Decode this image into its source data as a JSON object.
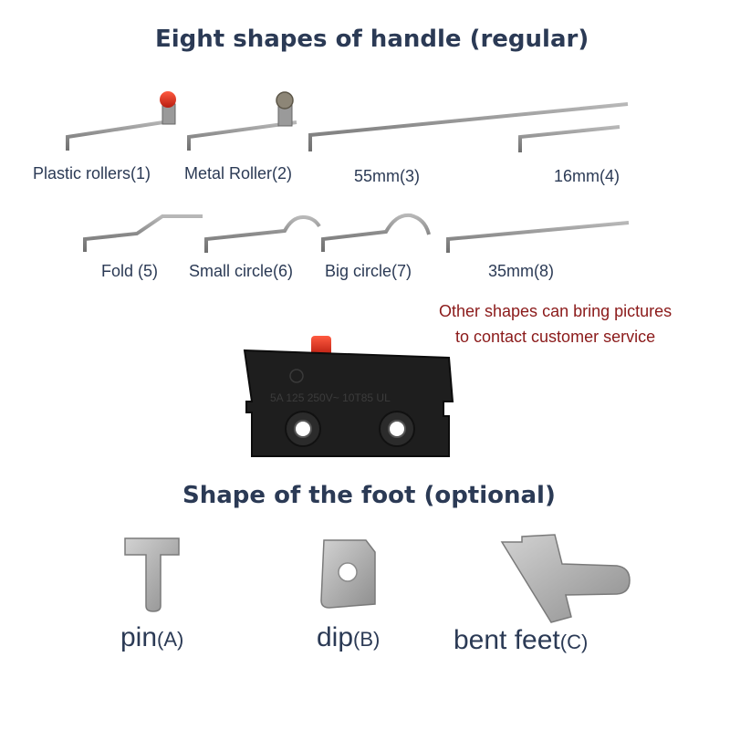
{
  "handles": {
    "title": "Eight shapes of handle (regular)",
    "items": [
      {
        "label": "Plastic rollers(1)"
      },
      {
        "label": "Metal Roller(2)"
      },
      {
        "label": "55mm(3)"
      },
      {
        "label": "16mm(4)"
      },
      {
        "label": "Fold  (5)"
      },
      {
        "label": "Small circle(6)"
      },
      {
        "label": "Big circle(7)"
      },
      {
        "label": "35mm(8)"
      }
    ]
  },
  "note": {
    "line1": "Other shapes can bring pictures",
    "line2": "to contact customer service"
  },
  "switch": {
    "marking": "5A 125 250V~ 10T85 UL"
  },
  "feet": {
    "title": "Shape of the foot (optional)",
    "items": [
      {
        "name": "pin",
        "code": "(A)"
      },
      {
        "name": "dip",
        "code": "(B)"
      },
      {
        "name": "bent feet",
        "code": "(C)"
      }
    ]
  },
  "colors": {
    "title": "#2b3a55",
    "note": "#8b1a1a",
    "metal": "#8c8c8c",
    "roller_red": "#d42a1e",
    "switch_body": "#1e1e1e"
  }
}
